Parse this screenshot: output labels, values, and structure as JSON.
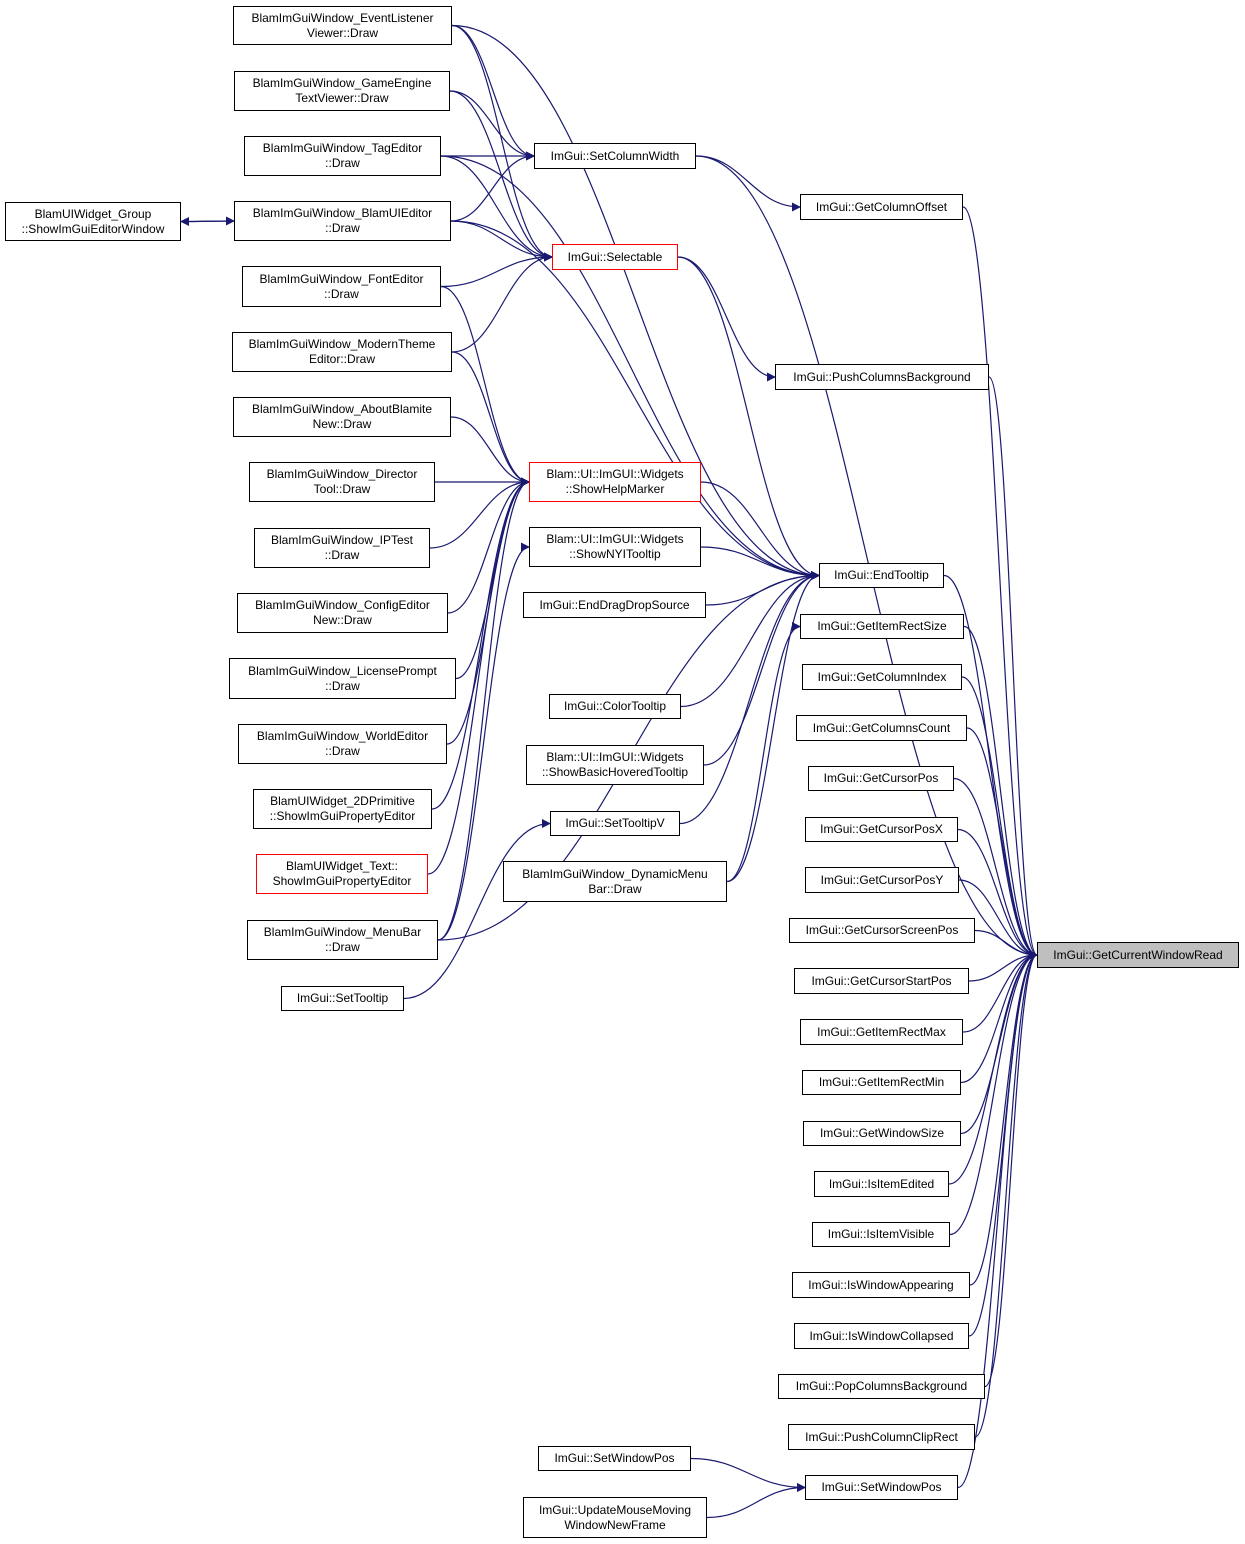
{
  "colors": {
    "edge": "#191970",
    "box_border": "#000000",
    "box_border_incomplete": "#ff0000",
    "focus_fill": "#bfbfbf"
  },
  "nodes": {
    "elv": "BlamImGuiWindow_EventListener\nViewer::Draw",
    "getv": "BlamImGuiWindow_GameEngine\nTextViewer::Draw",
    "tag": "BlamImGuiWindow_TagEditor\n::Draw",
    "uied": "BlamImGuiWindow_BlamUIEditor\n::Draw",
    "grp": "BlamUIWidget_Group\n::ShowImGuiEditorWindow",
    "font": "BlamImGuiWindow_FontEditor\n::Draw",
    "modern": "BlamImGuiWindow_ModernTheme\nEditor::Draw",
    "about": "BlamImGuiWindow_AboutBlamite\nNew::Draw",
    "director": "BlamImGuiWindow_Director\nTool::Draw",
    "iptest": "BlamImGuiWindow_IPTest\n::Draw",
    "config": "BlamImGuiWindow_ConfigEditor\nNew::Draw",
    "license": "BlamImGuiWindow_LicensePrompt\n::Draw",
    "world": "BlamImGuiWindow_WorldEditor\n::Draw",
    "prim2d": "BlamUIWidget_2DPrimitive\n::ShowImGuiPropertyEditor",
    "text": "BlamUIWidget_Text::\nShowImGuiPropertyEditor",
    "menubar": "BlamImGuiWindow_MenuBar\n::Draw",
    "settooltip": "ImGui::SetTooltip",
    "setcolw": "ImGui::SetColumnWidth",
    "selectable": "ImGui::Selectable",
    "helpmarker": "Blam::UI::ImGUI::Widgets\n::ShowHelpMarker",
    "nyi": "Blam::UI::ImGUI::Widgets\n::ShowNYITooltip",
    "enddrag": "ImGui::EndDragDropSource",
    "colortt": "ImGui::ColorTooltip",
    "basichov": "Blam::UI::ImGUI::Widgets\n::ShowBasicHoveredTooltip",
    "settooltipv": "ImGui::SetTooltipV",
    "dynmenu": "BlamImGuiWindow_DynamicMenu\nBar::Draw",
    "setwinpos_l": "ImGui::SetWindowPos",
    "updmouse": "ImGui::UpdateMouseMoving\nWindowNewFrame",
    "getcoloff": "ImGui::GetColumnOffset",
    "pushcolbg": "ImGui::PushColumnsBackground",
    "endtooltip": "ImGui::EndTooltip",
    "getitemrectsize": "ImGui::GetItemRectSize",
    "getcolidx": "ImGui::GetColumnIndex",
    "getcolcnt": "ImGui::GetColumnsCount",
    "getcurpos": "ImGui::GetCursorPos",
    "getcurposx": "ImGui::GetCursorPosX",
    "getcurposy": "ImGui::GetCursorPosY",
    "getcurscr": "ImGui::GetCursorScreenPos",
    "getcurstart": "ImGui::GetCursorStartPos",
    "getitemrectmax": "ImGui::GetItemRectMax",
    "getitemrectmin": "ImGui::GetItemRectMin",
    "getwinsize": "ImGui::GetWindowSize",
    "isitemedited": "ImGui::IsItemEdited",
    "isitemvisible": "ImGui::IsItemVisible",
    "iswinappear": "ImGui::IsWindowAppearing",
    "iswincoll": "ImGui::IsWindowCollapsed",
    "popcolbg": "ImGui::PopColumnsBackground",
    "pushcolclip": "ImGui::PushColumnClipRect",
    "setwinpos_r": "ImGui::SetWindowPos",
    "focus": "ImGui::GetCurrentWindowRead"
  },
  "edges": [
    [
      "grp",
      "uied"
    ],
    [
      "uied",
      "grp"
    ],
    [
      "elv",
      "setcolw"
    ],
    [
      "getv",
      "setcolw"
    ],
    [
      "tag",
      "setcolw"
    ],
    [
      "uied",
      "setcolw"
    ],
    [
      "elv",
      "selectable"
    ],
    [
      "getv",
      "selectable"
    ],
    [
      "tag",
      "selectable"
    ],
    [
      "uied",
      "selectable"
    ],
    [
      "font",
      "selectable"
    ],
    [
      "modern",
      "selectable"
    ],
    [
      "font",
      "helpmarker"
    ],
    [
      "modern",
      "helpmarker"
    ],
    [
      "about",
      "helpmarker"
    ],
    [
      "director",
      "helpmarker"
    ],
    [
      "iptest",
      "helpmarker"
    ],
    [
      "config",
      "helpmarker"
    ],
    [
      "license",
      "helpmarker"
    ],
    [
      "world",
      "helpmarker"
    ],
    [
      "prim2d",
      "helpmarker"
    ],
    [
      "text",
      "helpmarker"
    ],
    [
      "menubar",
      "helpmarker"
    ],
    [
      "menubar",
      "nyi"
    ],
    [
      "settooltip",
      "settooltipv"
    ],
    [
      "setcolw",
      "getcoloff"
    ],
    [
      "selectable",
      "pushcolbg"
    ],
    [
      "elv",
      "endtooltip"
    ],
    [
      "tag",
      "endtooltip"
    ],
    [
      "uied",
      "endtooltip"
    ],
    [
      "selectable",
      "endtooltip"
    ],
    [
      "helpmarker",
      "endtooltip"
    ],
    [
      "nyi",
      "endtooltip"
    ],
    [
      "enddrag",
      "endtooltip"
    ],
    [
      "colortt",
      "endtooltip"
    ],
    [
      "basichov",
      "endtooltip"
    ],
    [
      "settooltipv",
      "endtooltip"
    ],
    [
      "dynmenu",
      "endtooltip"
    ],
    [
      "menubar",
      "endtooltip"
    ],
    [
      "dynmenu",
      "getitemrectsize"
    ],
    [
      "setwinpos_l",
      "setwinpos_r"
    ],
    [
      "updmouse",
      "setwinpos_r"
    ],
    [
      "setcolw",
      "focus"
    ],
    [
      "getcoloff",
      "focus"
    ],
    [
      "pushcolbg",
      "focus"
    ],
    [
      "endtooltip",
      "focus"
    ],
    [
      "getitemrectsize",
      "focus"
    ],
    [
      "getcolidx",
      "focus"
    ],
    [
      "getcolcnt",
      "focus"
    ],
    [
      "getcurpos",
      "focus"
    ],
    [
      "getcurposx",
      "focus"
    ],
    [
      "getcurposy",
      "focus"
    ],
    [
      "getcurscr",
      "focus"
    ],
    [
      "getcurstart",
      "focus"
    ],
    [
      "getitemrectmax",
      "focus"
    ],
    [
      "getitemrectmin",
      "focus"
    ],
    [
      "getwinsize",
      "focus"
    ],
    [
      "isitemedited",
      "focus"
    ],
    [
      "isitemvisible",
      "focus"
    ],
    [
      "iswinappear",
      "focus"
    ],
    [
      "iswincoll",
      "focus"
    ],
    [
      "popcolbg",
      "focus"
    ],
    [
      "pushcolclip",
      "focus"
    ],
    [
      "setwinpos_r",
      "focus"
    ]
  ]
}
